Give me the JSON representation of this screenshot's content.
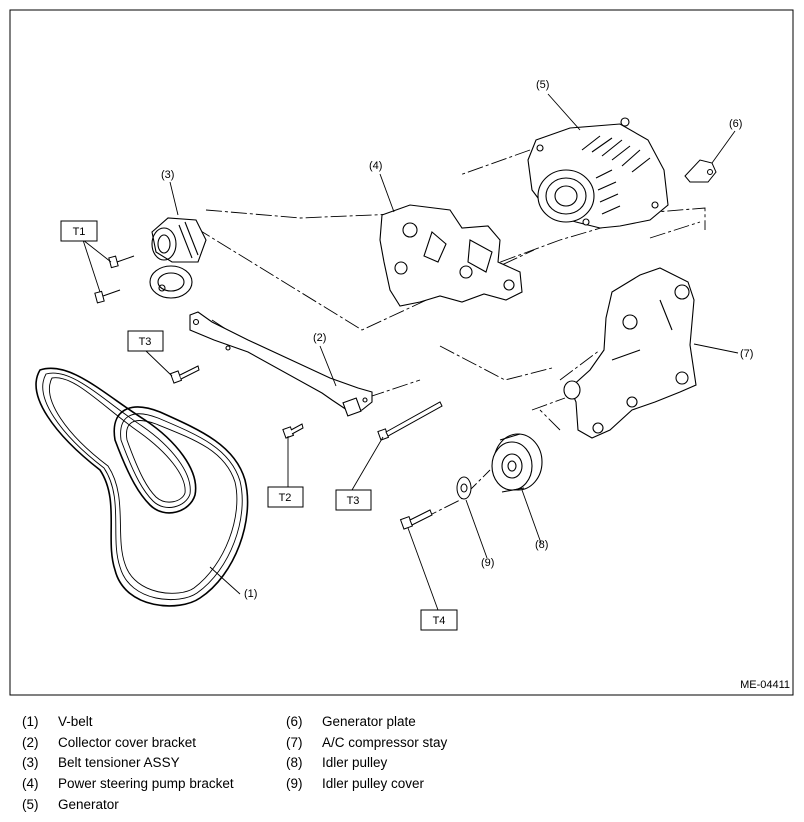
{
  "figure": {
    "code": "ME-04411",
    "callouts": [
      "(1)",
      "(2)",
      "(3)",
      "(4)",
      "(5)",
      "(6)",
      "(7)",
      "(8)",
      "(9)"
    ],
    "torque_labels": [
      "T1",
      "T2",
      "T3",
      "T3",
      "T4"
    ]
  },
  "legend": {
    "items": [
      {
        "num": "(1)",
        "name": "V-belt"
      },
      {
        "num": "(2)",
        "name": "Collector cover bracket"
      },
      {
        "num": "(3)",
        "name": "Belt tensioner ASSY"
      },
      {
        "num": "(4)",
        "name": "Power steering pump bracket"
      },
      {
        "num": "(5)",
        "name": "Generator"
      },
      {
        "num": "(6)",
        "name": "Generator plate"
      },
      {
        "num": "(7)",
        "name": "A/C compressor stay"
      },
      {
        "num": "(8)",
        "name": "Idler pulley"
      },
      {
        "num": "(9)",
        "name": "Idler pulley cover"
      }
    ]
  }
}
